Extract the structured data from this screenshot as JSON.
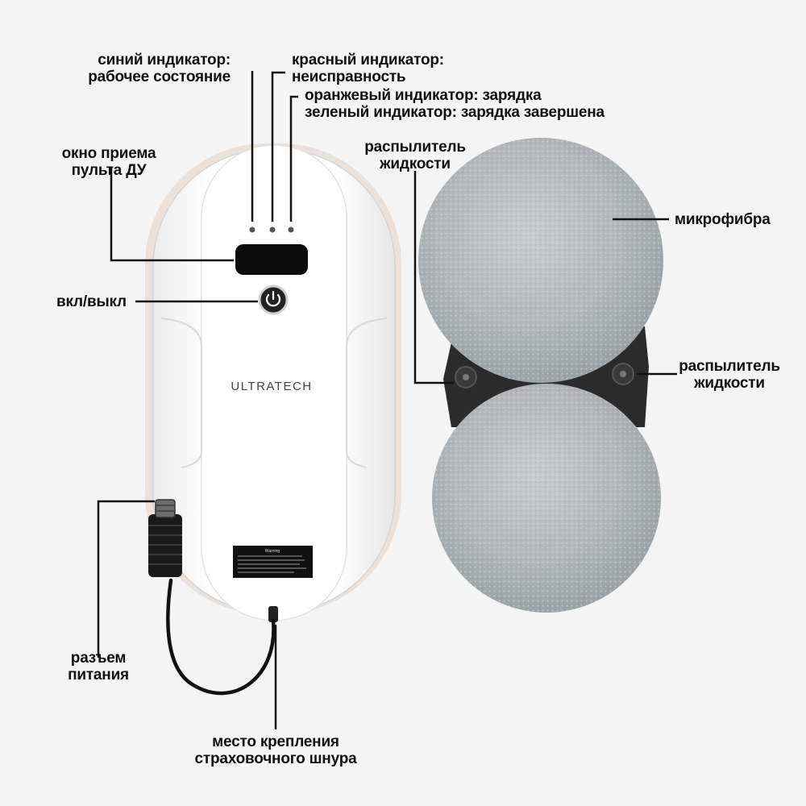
{
  "labels": {
    "blue_indicator": {
      "line1": "синий индикатор:",
      "line2": "рабочее состояние"
    },
    "red_indicator": {
      "line1": "красный индикатор:",
      "line2": "неисправность"
    },
    "orange_indicator": "оранжевый индикатор: зарядка",
    "green_indicator": "зеленый индикатор: зарядка завершена",
    "remote_window": {
      "line1": "окно приема",
      "line2": "пульта ДУ"
    },
    "sprayer_left": {
      "line1": "распылитель",
      "line2": "жидкости"
    },
    "microfiber": "микрофибра",
    "power_button": "вкл/выкл",
    "sprayer_right": {
      "line1": "распылитель",
      "line2": "жидкости"
    },
    "power_connector": {
      "line1": "разъем",
      "line2": "питания"
    },
    "safety_cord": {
      "line1": "место крепления",
      "line2": "страховочного шнура"
    }
  },
  "device": {
    "brand": "ULTRATECH",
    "warning_title": "Warning"
  },
  "colors": {
    "background": "#f4f4f4",
    "body": "#fbfbfb",
    "pad": "#b8bcbe",
    "leader_line": "#111111"
  }
}
